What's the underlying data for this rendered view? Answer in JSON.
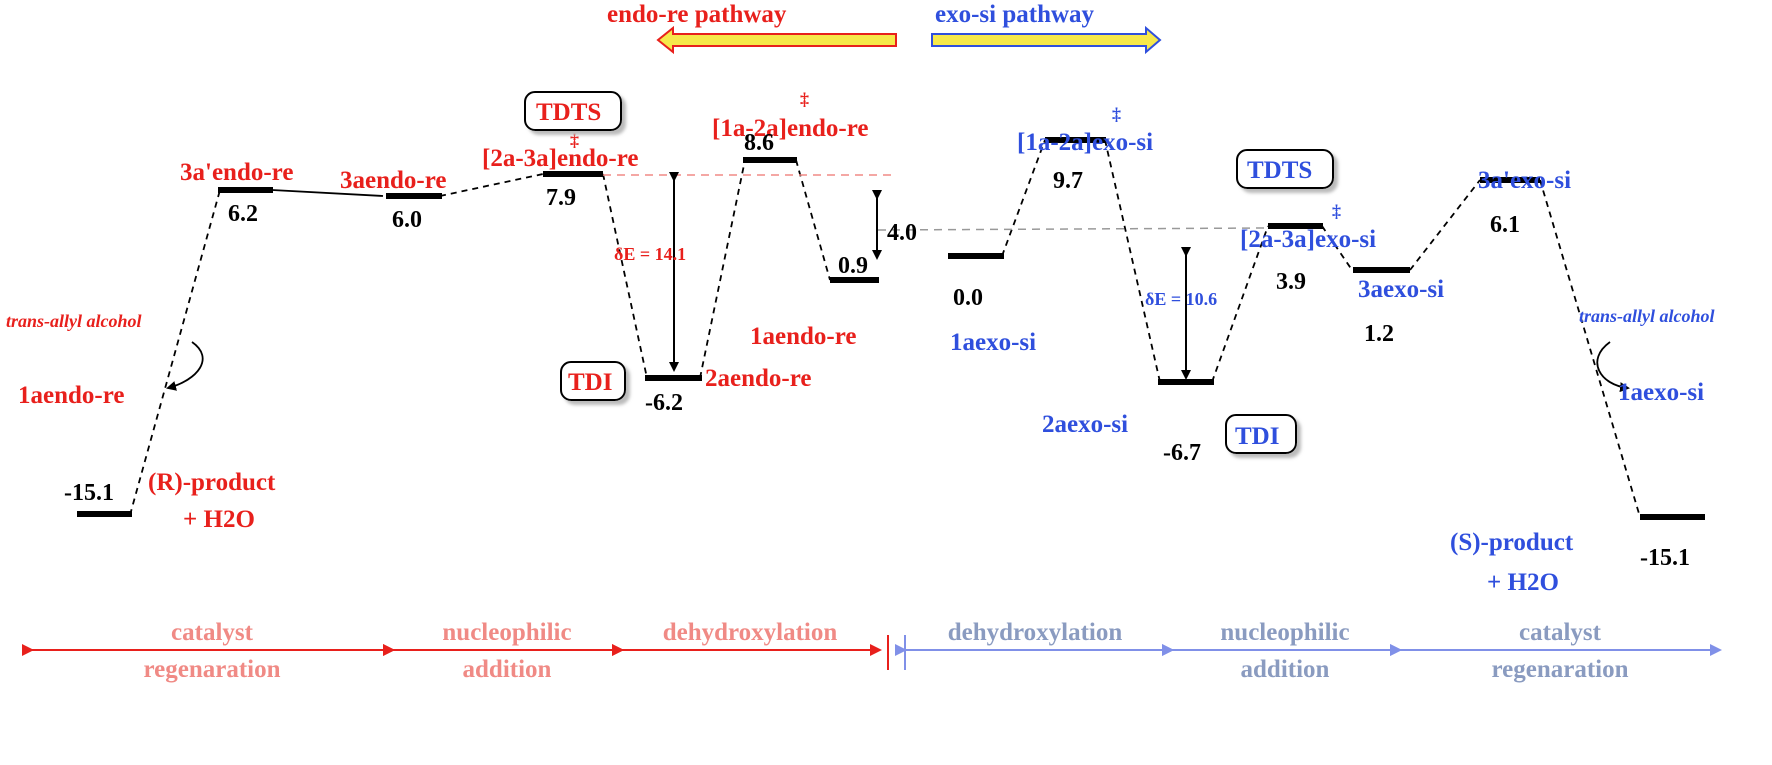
{
  "colors": {
    "endo": "#e8201c",
    "exo": "#2f4fdd",
    "endo_stage": "#f08a85",
    "exo_stage": "#8a9bc0",
    "exo_stage_arrow": "#8090e8",
    "level": "#000000",
    "highlight": "#f6e84a"
  },
  "legend": {
    "endo": "endo-re pathway",
    "exo": "exo-si pathway"
  },
  "endo": {
    "levels": [
      {
        "value": "-15.1",
        "label_a": "(R)-product",
        "label_b": "+ H2O"
      },
      {
        "value": "6.2",
        "label": "3a'endo-re"
      },
      {
        "value": "6.0",
        "label": "3aendo-re"
      },
      {
        "value": "7.9",
        "label": "[2a-3a]endo-re",
        "ts": "‡"
      },
      {
        "value": "-6.2",
        "label": "2aendo-re"
      },
      {
        "value": "8.6",
        "label": "[1a-2a]endo-re",
        "ts": "‡"
      },
      {
        "value": "0.9",
        "label": "1aendo-re"
      }
    ],
    "tdts": "TDTS",
    "tdi": "TDI",
    "delta_e": "δE = 14.1",
    "trans_allyl": "trans-allyl alcohol",
    "reactant": "1aendo-re"
  },
  "exo": {
    "levels": [
      {
        "value": "0.0",
        "label": "1aexo-si"
      },
      {
        "value": "9.7",
        "label": "[1a-2a]exo-si",
        "ts": "‡"
      },
      {
        "value": "-6.7",
        "label": "2aexo-si"
      },
      {
        "value": "3.9",
        "label": "[2a-3a]exo-si",
        "ts": "‡"
      },
      {
        "value": "1.2",
        "label": "3aexo-si"
      },
      {
        "value": "6.1",
        "label": "3a'exo-si"
      },
      {
        "value": "-15.1",
        "label_a": "(S)-product",
        "label_b": "+ H2O"
      }
    ],
    "tdts": "TDTS",
    "tdi": "TDI",
    "delta_e": "δE = 10.6",
    "trans_allyl": "trans-allyl alcohol",
    "reactant": "1aexo-si"
  },
  "gap": "4.0",
  "stages": {
    "endo": [
      {
        "line1": "catalyst",
        "line2": "regenaration"
      },
      {
        "line1": "nucleophilic",
        "line2": "addition"
      },
      {
        "line1": "dehydroxylation",
        "line2": ""
      }
    ],
    "exo": [
      {
        "line1": "dehydroxylation",
        "line2": ""
      },
      {
        "line1": "nucleophilic",
        "line2": "addition"
      },
      {
        "line1": "catalyst",
        "line2": "regenaration"
      }
    ]
  }
}
